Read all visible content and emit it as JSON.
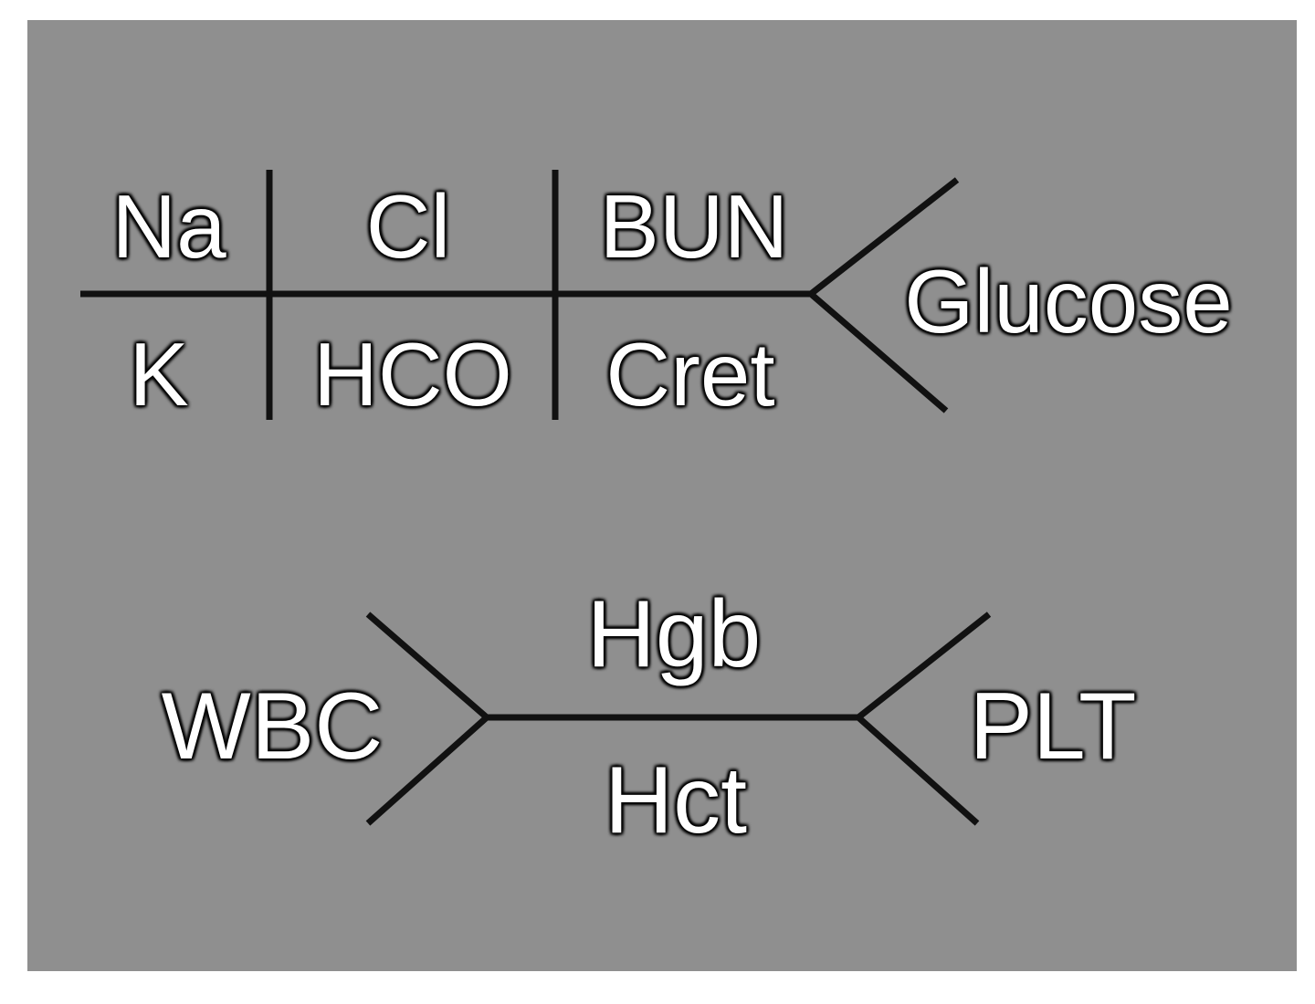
{
  "colors": {
    "panel_background": "#8f8f8f",
    "line": "#111111",
    "label_text": "#ffffff",
    "label_outline": "#000000"
  },
  "chemistry_panel": {
    "na": "Na",
    "cl": "Cl",
    "bun": "BUN",
    "k": "K",
    "hco": "HCO",
    "cret": "Cret",
    "glucose": "Glucose"
  },
  "cbc_panel": {
    "wbc": "WBC",
    "hgb": "Hgb",
    "hct": "Hct",
    "plt": "PLT"
  }
}
